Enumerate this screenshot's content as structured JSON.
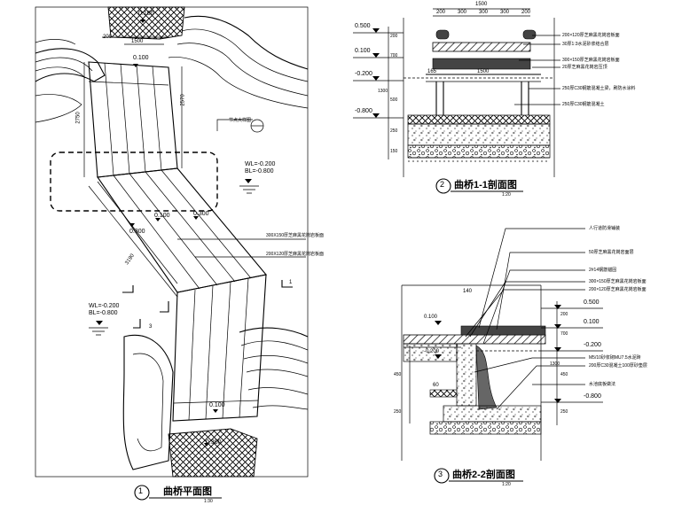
{
  "plan": {
    "title": "曲桥平面图",
    "scale": "1:30",
    "number": "1",
    "elev_top": "0.100",
    "elev_top2": "0.100",
    "elev_mid1": "0.100",
    "elev_mid2": "0.300",
    "elev_mid3": "0.300",
    "elev_bot": "0.100",
    "elev_bot2": "0.300",
    "wl1": "WL=-0.200",
    "bl1": "BL=-0.800",
    "wl2": "WL=-0.200",
    "bl2": "BL=-0.800",
    "dim1": "2750",
    "dim2": "2570",
    "dim3": "3190",
    "dim_top1": "200",
    "dim_top2": "1500",
    "call1": "300X150厚芝麻黑花岗岩板面",
    "call2": "200X120厚芝麻黑花岗岩板面",
    "call3": "节点大样图",
    "sec1": "1",
    "sec3": "3"
  },
  "sec11": {
    "title": "曲桥1-1剖面图",
    "scale": "1:20",
    "number": "2",
    "dim_total": "1500",
    "dim_sub": [
      "200",
      "300",
      "300",
      "300",
      "200"
    ],
    "dim_mid": "1500",
    "dim_165": "165",
    "elev": [
      "0.500",
      "0.100",
      "-0.200",
      "-0.800"
    ],
    "side_dims": [
      "200",
      "700",
      "1300",
      "500",
      "250",
      "150"
    ],
    "notes": [
      "200×120厚芝麻黑花岗岩板面",
      "30厚1:3水泥砂浆结合层",
      "300×150厚芝麻黑花岗岩板面",
      "20厚芝麻黑花岗岩压顶",
      "250厚C30钢筋混凝土梁，刷防水涂料",
      "250厚C30钢筋混凝土"
    ]
  },
  "sec22": {
    "title": "曲桥2-2剖面图",
    "scale": "1:20",
    "number": "3",
    "elev": [
      "0.500",
      "0.100",
      "-0.200",
      "-0.800"
    ],
    "dim_top": "140",
    "dim_bot": "60",
    "side_dims": [
      "200",
      "700",
      "1300",
      "450",
      "250"
    ],
    "left_dims": [
      "450",
      "250"
    ],
    "notes": [
      "人行道防滑铺装",
      "50厚芝麻黑花岗岩面层",
      "2#14钢筋锚固",
      "300×150厚芝麻黑花岗岩板面",
      "200×120厚芝麻黑花岗岩板面",
      "M5/10砂浆砌MU7.5水泥砖",
      "200厚C30混凝土100厚砂垫层",
      "水池底板做法"
    ]
  }
}
